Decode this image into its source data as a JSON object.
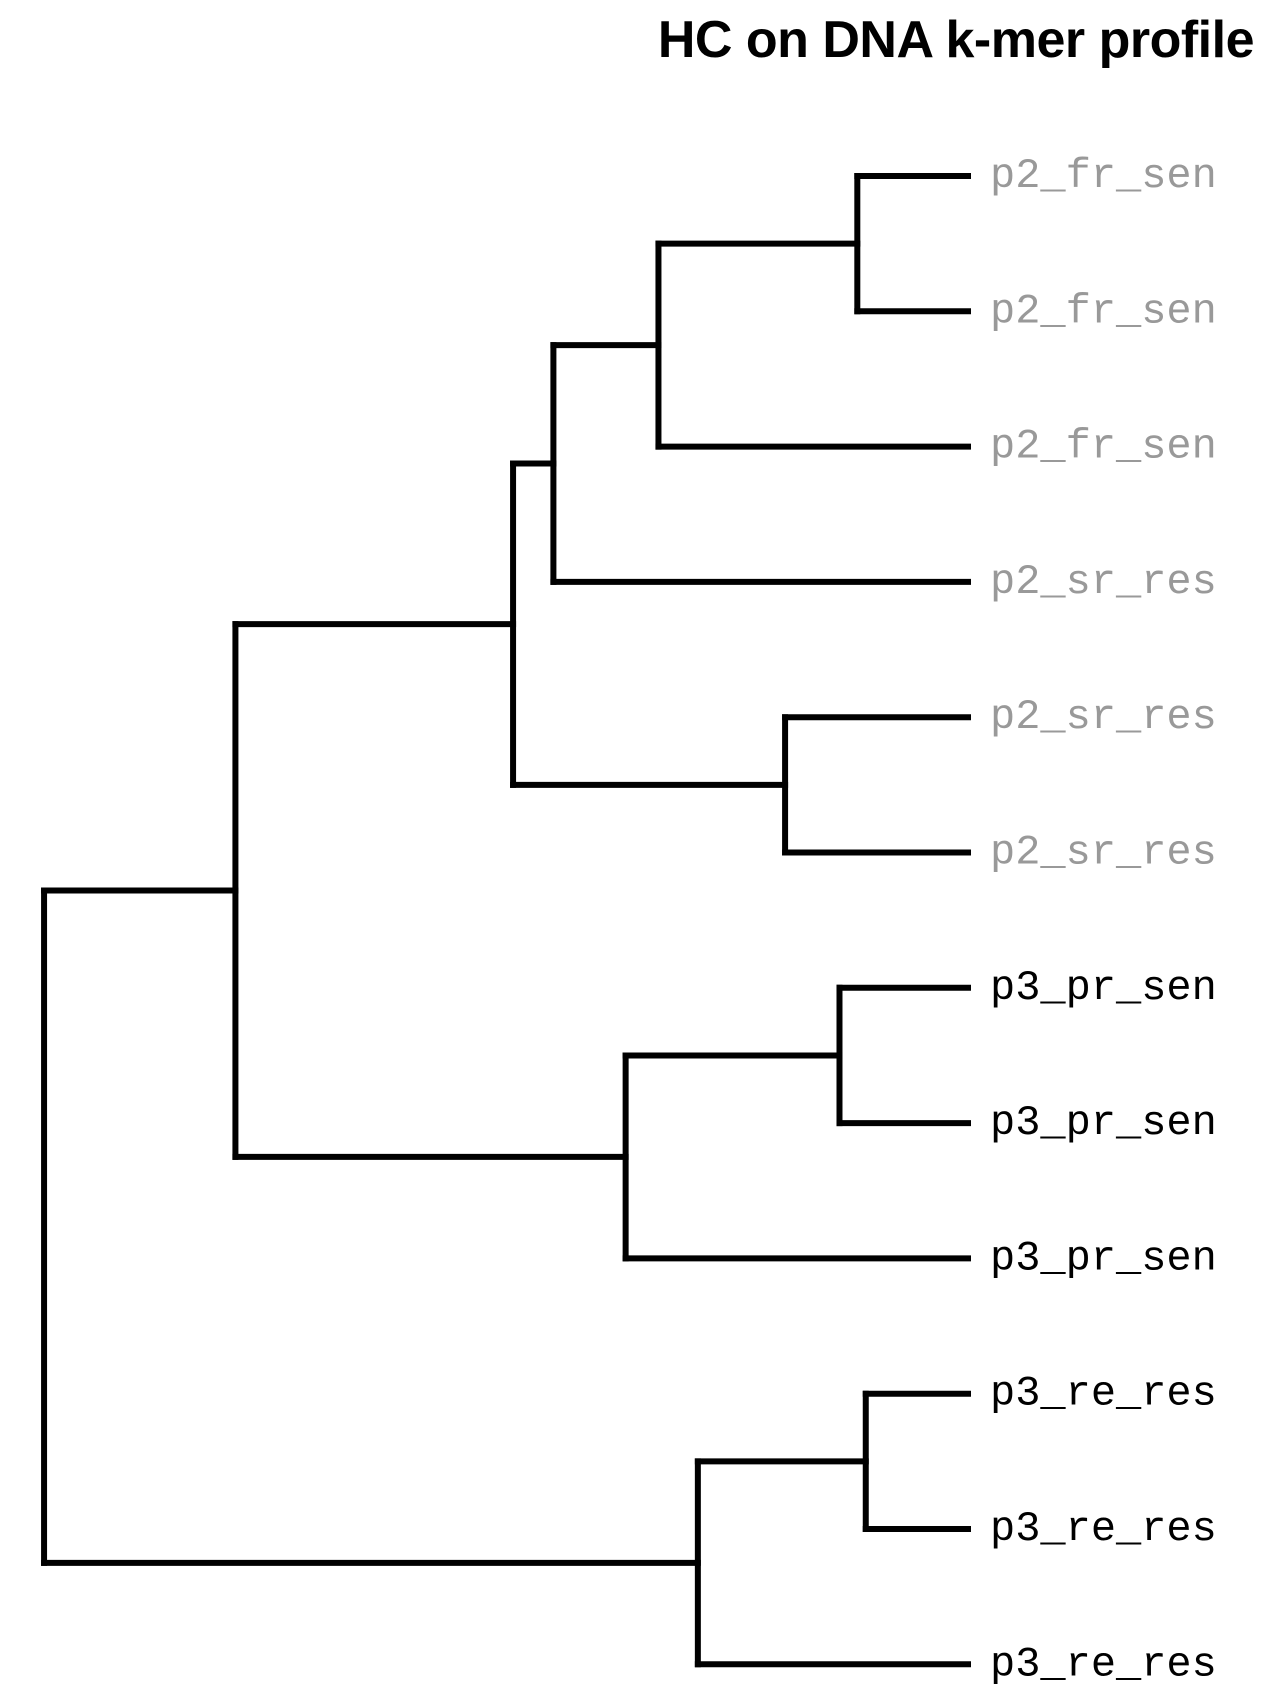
{
  "title": "HC on DNA k-mer profile",
  "colors": {
    "line": "#000000",
    "group_p2": "#999999",
    "group_p3": "#000000"
  },
  "chart_data": {
    "type": "dendrogram",
    "title": "HC on DNA k-mer profile",
    "orientation": "root-left",
    "leaves": [
      {
        "id": "L1",
        "label": "p2_fr_sen",
        "group": "p2"
      },
      {
        "id": "L2",
        "label": "p2_fr_sen",
        "group": "p2"
      },
      {
        "id": "L3",
        "label": "p2_fr_sen",
        "group": "p2"
      },
      {
        "id": "L4",
        "label": "p2_sr_res",
        "group": "p2"
      },
      {
        "id": "L5",
        "label": "p2_sr_res",
        "group": "p2"
      },
      {
        "id": "L6",
        "label": "p2_sr_res",
        "group": "p2"
      },
      {
        "id": "L7",
        "label": "p3_pr_sen",
        "group": "p3"
      },
      {
        "id": "L8",
        "label": "p3_pr_sen",
        "group": "p3"
      },
      {
        "id": "L9",
        "label": "p3_pr_sen",
        "group": "p3"
      },
      {
        "id": "L10",
        "label": "p3_re_res",
        "group": "p3"
      },
      {
        "id": "L11",
        "label": "p3_re_res",
        "group": "p3"
      },
      {
        "id": "L12",
        "label": "p3_re_res",
        "group": "p3"
      }
    ],
    "merges": [
      {
        "id": "A",
        "children": [
          "L1",
          "L2"
        ],
        "height": 0.118
      },
      {
        "id": "B",
        "children": [
          "A",
          "L3"
        ],
        "height": 0.33
      },
      {
        "id": "C",
        "children": [
          "B",
          "L4"
        ],
        "height": 0.442
      },
      {
        "id": "D",
        "children": [
          "L5",
          "L6"
        ],
        "height": 0.195
      },
      {
        "id": "E",
        "children": [
          "C",
          "D"
        ],
        "height": 0.485
      },
      {
        "id": "F",
        "children": [
          "L7",
          "L8"
        ],
        "height": 0.137
      },
      {
        "id": "G",
        "children": [
          "F",
          "L9"
        ],
        "height": 0.365
      },
      {
        "id": "H",
        "children": [
          "E",
          "G"
        ],
        "height": 0.781
      },
      {
        "id": "I",
        "children": [
          "L10",
          "L11"
        ],
        "height": 0.109
      },
      {
        "id": "J",
        "children": [
          "I",
          "L12"
        ],
        "height": 0.288
      },
      {
        "id": "K",
        "children": [
          "H",
          "J"
        ],
        "height": 0.985
      }
    ]
  }
}
